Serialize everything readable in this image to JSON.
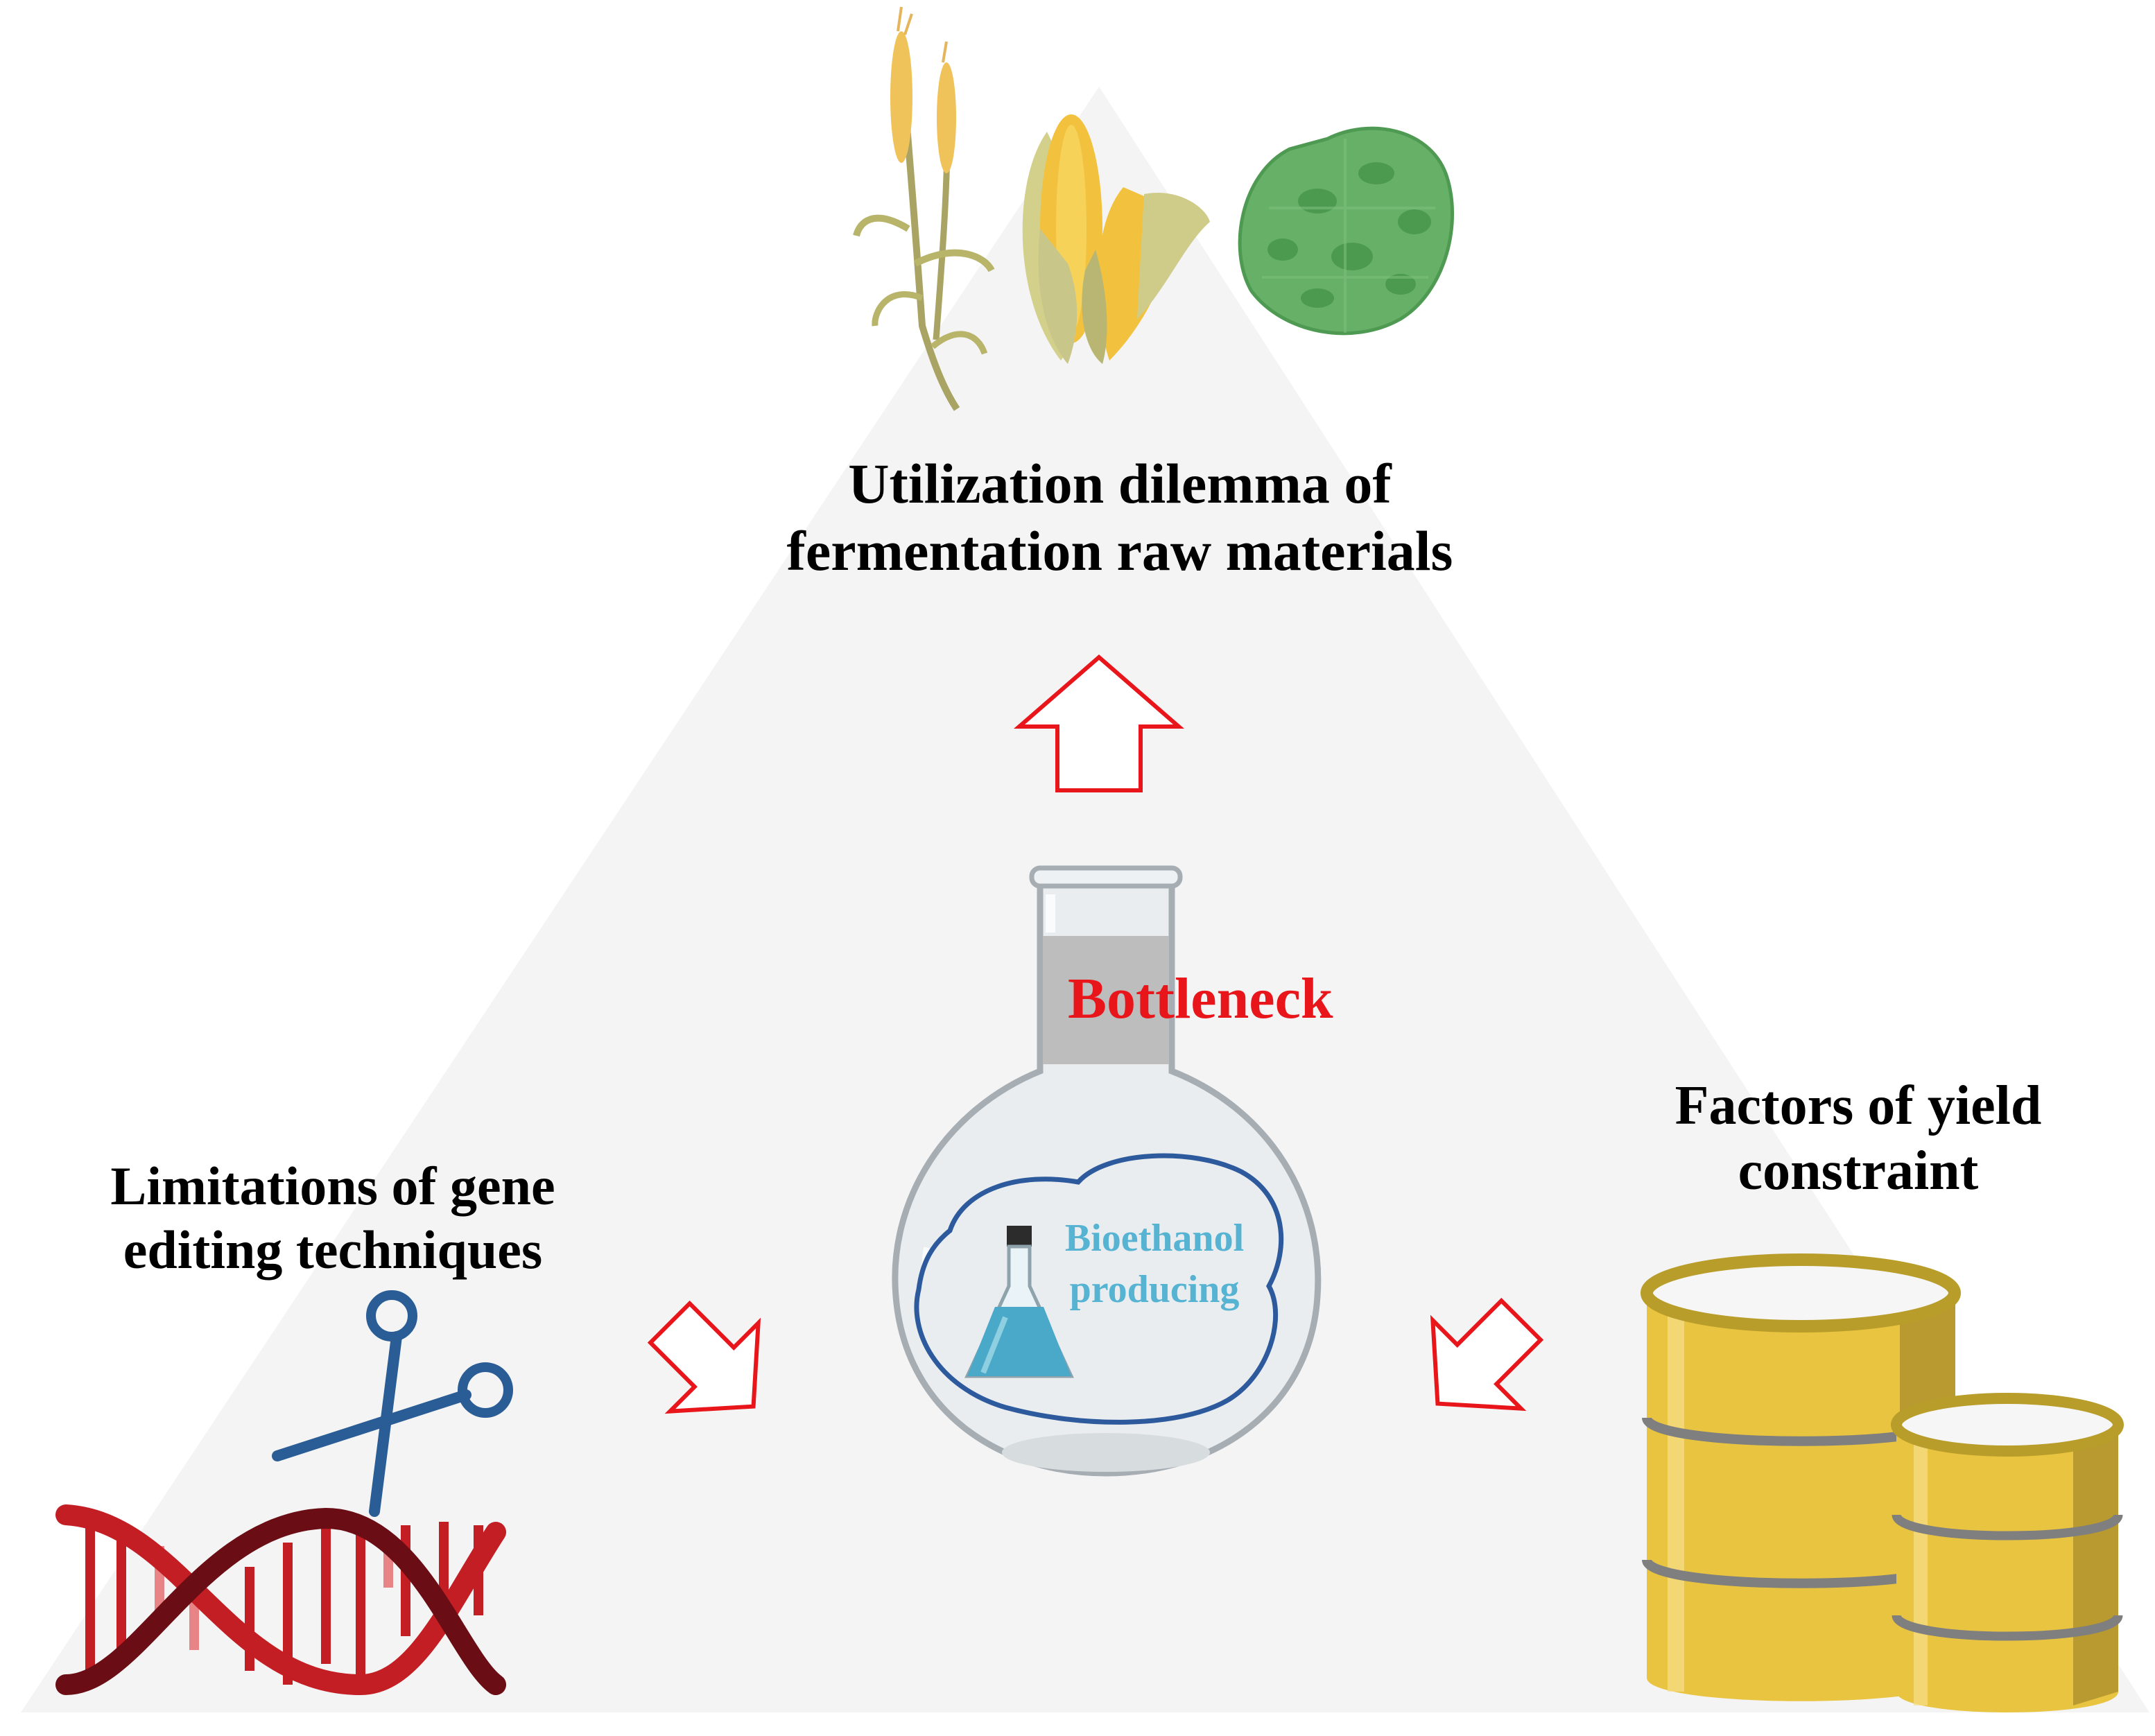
{
  "top": {
    "line1": "Utilization dilemma of",
    "line2": "fermentation raw materials"
  },
  "left": {
    "line1": "Limitations of gene",
    "line2": "editing techniques"
  },
  "right": {
    "line1": "Factors of yield",
    "line2": "constraint"
  },
  "center": {
    "bottleneck": "Bottleneck",
    "organism_line1": "Bioethanol",
    "organism_line2": "producing"
  },
  "colors": {
    "background": "#ffffff",
    "triangle": "#f4f4f4",
    "arrow": "#e8161b",
    "bottleneck": "#e8161b",
    "bioethanol": "#56b3d2",
    "barrel": "#e9c440",
    "dna_dark": "#6b0d14",
    "dna_red": "#c41e25",
    "scissors": "#2a5c95",
    "algae": "#67b068",
    "corn": "#f2c23e"
  },
  "icons": {
    "top": [
      "wheat-icon",
      "corn-icon",
      "algae-cell-icon"
    ],
    "left": [
      "scissors-icon",
      "dna-helix-icon"
    ],
    "right": [
      "oil-barrels-icon"
    ],
    "center": [
      "round-bottom-flask-icon",
      "erlenmeyer-flask-icon",
      "cell-membrane-icon"
    ]
  }
}
